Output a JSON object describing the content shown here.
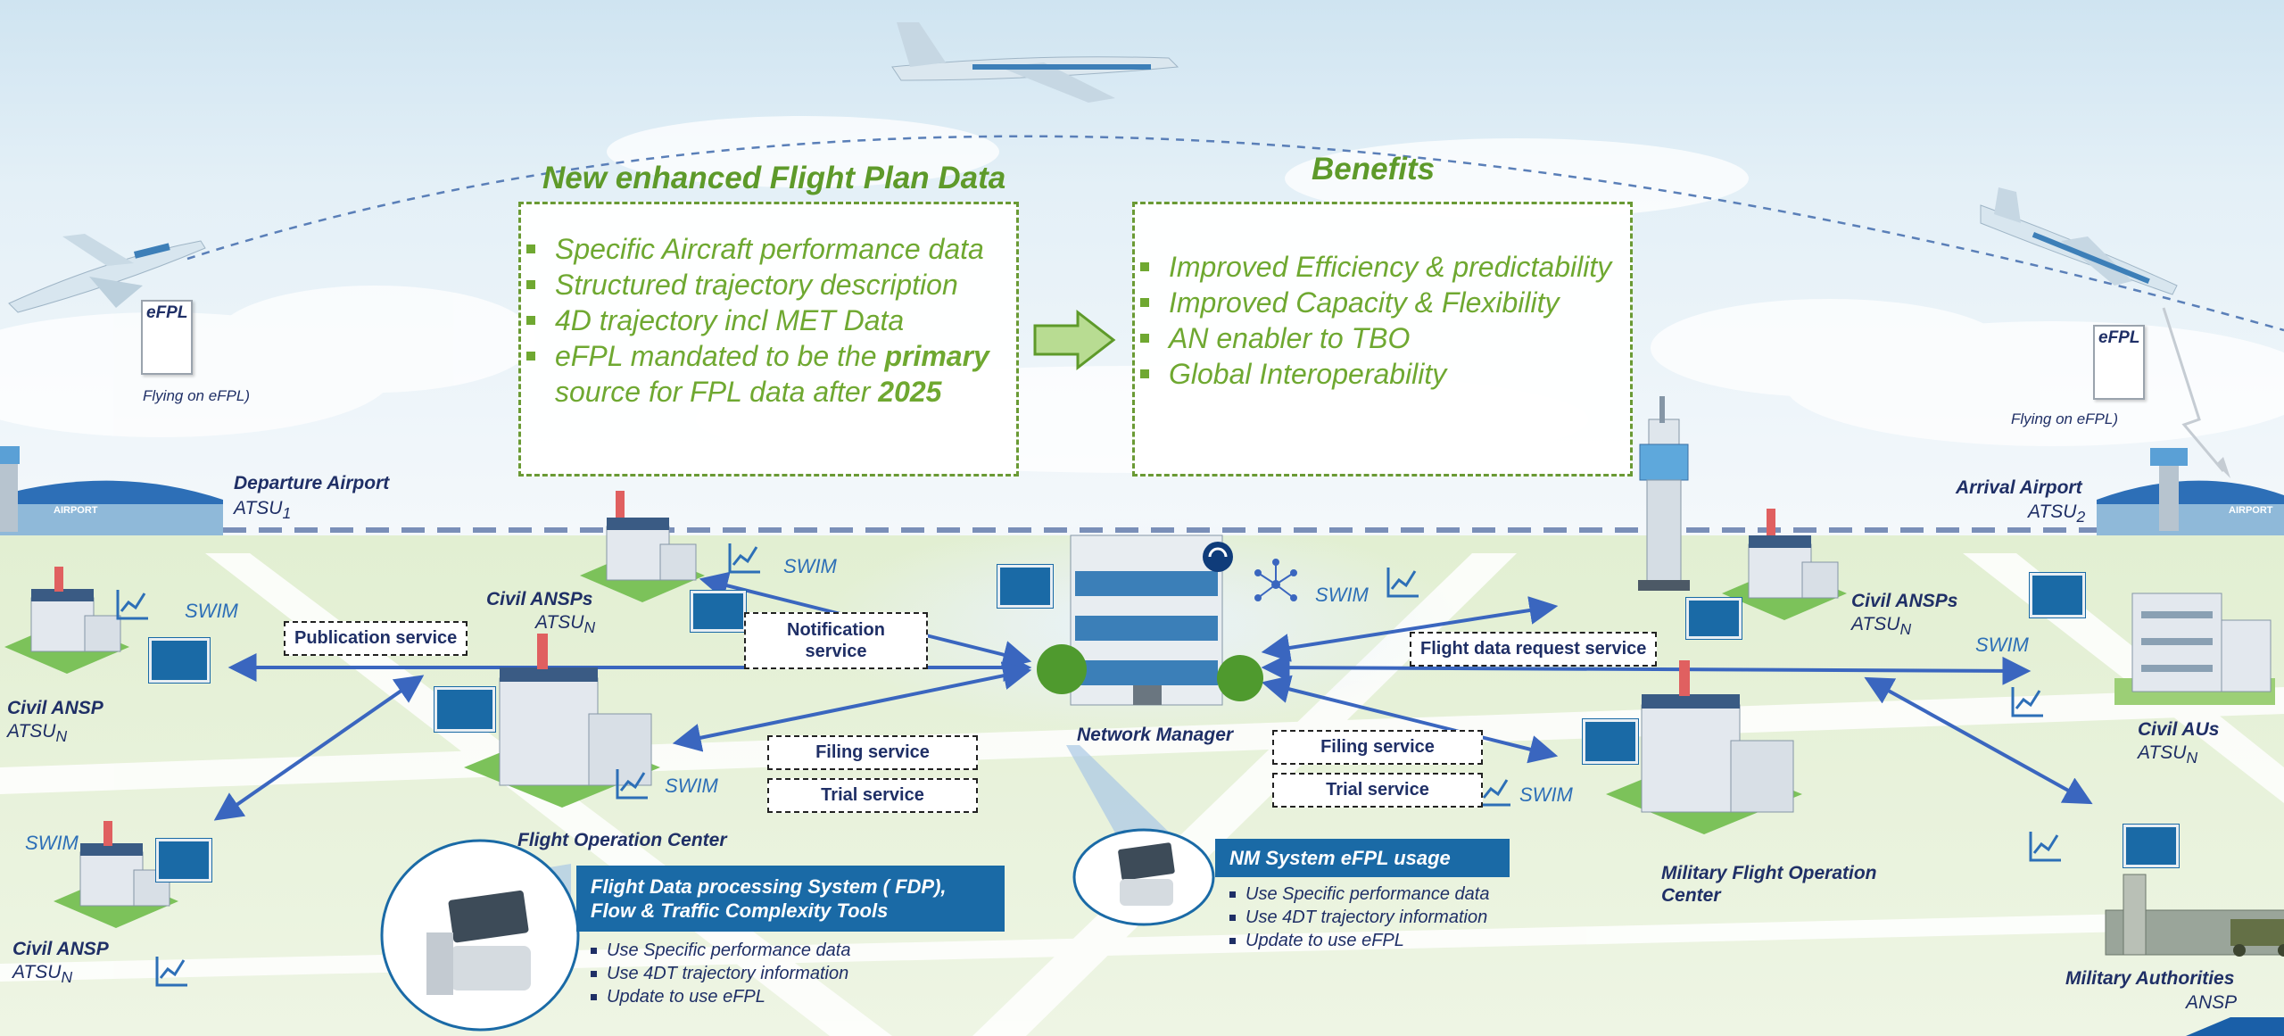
{
  "left_box": {
    "title": "New enhanced Flight Plan Data",
    "items": [
      {
        "text": "Specific Aircraft performance data"
      },
      {
        "text": "Structured trajectory description"
      },
      {
        "text": "4D trajectory  incl MET Data"
      },
      {
        "pre": "eFPL mandated to be the ",
        "bold1": "primary",
        "mid": " source for FPL data after ",
        "bold2": "2025"
      }
    ]
  },
  "right_box": {
    "title": "Benefits",
    "items": [
      {
        "text": " Improved  Efficiency & predictability"
      },
      {
        "text": "Improved Capacity & Flexibility"
      },
      {
        "text": "AN enabler to TBO"
      },
      {
        "text": "Global Interoperability"
      }
    ]
  },
  "flying_left": {
    "doc": "eFPL",
    "caption": "Flying on eFPL)"
  },
  "flying_right": {
    "doc": "eFPL",
    "caption": "Flying on eFPL)"
  },
  "airport_sign": "AIRPORT",
  "departure": {
    "name": "Departure Airport",
    "unit": "ATSU",
    "subscript": "1"
  },
  "arrival": {
    "name": "Arrival Airport",
    "unit": "ATSU",
    "subscript": "2"
  },
  "actors": {
    "civil_ansp_left": {
      "name": "Civil ANSP",
      "unit": "ATSU",
      "subscript": "N"
    },
    "civil_ansp_bottom": {
      "name": "Civil ANSP",
      "unit": "ATSU",
      "subscript": "N"
    },
    "civil_ansps_center": {
      "name": "Civil ANSPs",
      "unit": "ATSU",
      "subscript": "N"
    },
    "civil_ansps_right": {
      "name": "Civil ANSPs",
      "unit": "ATSU",
      "subscript": "N"
    },
    "civil_aus": {
      "name": "Civil AUs",
      "unit": "ATSU",
      "subscript": "N"
    },
    "flight_ops": {
      "name": "Flight Operation Center"
    },
    "military_foc": {
      "name": "Military Flight Operation Center"
    },
    "military_auth": {
      "name": "Military Authorities",
      "unit": "ANSP"
    },
    "network_manager": {
      "name": "Network Manager"
    }
  },
  "swim": "SWIM",
  "services": {
    "publication": "Publication service",
    "notification": "Notification service",
    "filing_left": "Filing service",
    "trial_left": "Trial service",
    "filing_right": "Filing service",
    "trial_right": "Trial service",
    "flight_data_request": "Flight data request service"
  },
  "fdp_panel": {
    "title": "Flight Data processing System ( FDP), Flow & Traffic Complexity Tools",
    "items": [
      "Use Specific performance data",
      "Use 4DT trajectory information",
      "Update to use eFPL"
    ]
  },
  "nm_panel": {
    "title": "NM System eFPL usage",
    "items": [
      "Use Specific performance data",
      "Use 4DT trajectory information",
      "Update to use eFPL"
    ]
  },
  "colors": {
    "green_title": "#5e9a2a",
    "bullet_green": "#6fa831",
    "navy": "#1f2f66",
    "swim_blue": "#2d6fb7",
    "arrow_blue": "#3a66bf",
    "panel_blue": "#1a6aa6"
  }
}
